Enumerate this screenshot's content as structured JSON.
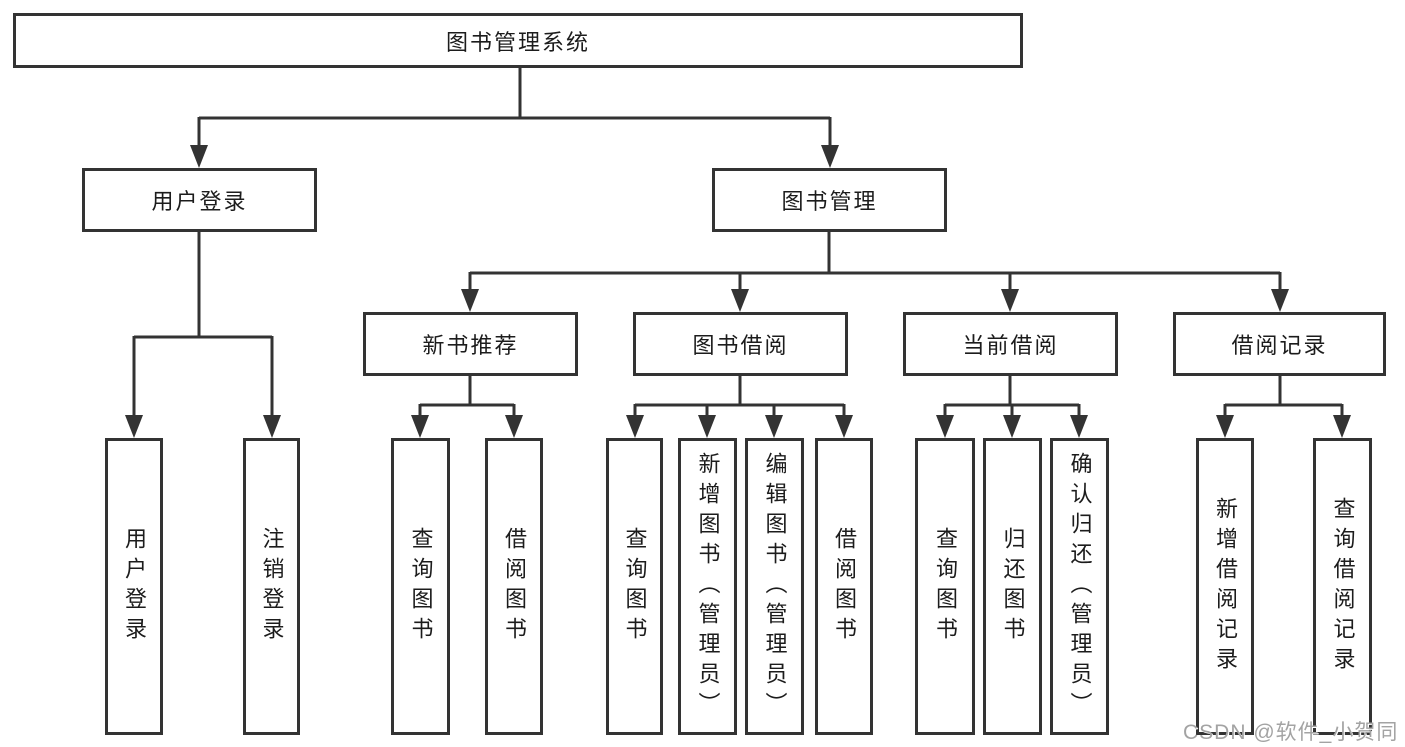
{
  "diagram": {
    "root": {
      "label": "图书管理系统"
    },
    "level2": [
      {
        "id": "user-login",
        "label": "用户登录"
      },
      {
        "id": "book-management",
        "label": "图书管理"
      }
    ],
    "level3": [
      {
        "id": "new-book-recommend",
        "label": "新书推荐"
      },
      {
        "id": "book-borrowing",
        "label": "图书借阅"
      },
      {
        "id": "current-borrowing",
        "label": "当前借阅"
      },
      {
        "id": "borrowing-records",
        "label": "借阅记录"
      }
    ],
    "leaves": [
      {
        "id": "user-login-action",
        "label": "用户登录"
      },
      {
        "id": "logout-action",
        "label": "注销登录"
      },
      {
        "id": "query-books-recommend",
        "label": "查询图书"
      },
      {
        "id": "borrow-books-recommend",
        "label": "借阅图书"
      },
      {
        "id": "query-books-borrowing",
        "label": "查询图书"
      },
      {
        "id": "add-book-admin",
        "label": "新增图书（管理员）"
      },
      {
        "id": "edit-book-admin",
        "label": "编辑图书（管理员）"
      },
      {
        "id": "borrow-books-borrowing",
        "label": "借阅图书"
      },
      {
        "id": "query-books-current",
        "label": "查询图书"
      },
      {
        "id": "return-books",
        "label": "归还图书"
      },
      {
        "id": "confirm-return-admin",
        "label": "确认归还（管理员）"
      },
      {
        "id": "add-borrow-record",
        "label": "新增借阅记录"
      },
      {
        "id": "query-borrow-record",
        "label": "查询借阅记录"
      }
    ]
  },
  "watermark": "CSDN @软件_小贺同学",
  "colors": {
    "line": "#333333",
    "text": "#1c1c1c",
    "watermark": "#a3a3a3",
    "background": "#ffffff"
  }
}
